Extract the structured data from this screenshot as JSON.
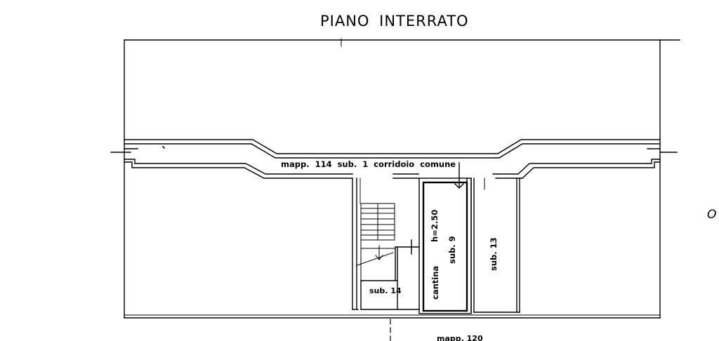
{
  "plan": {
    "title": "PIANO INTERRATO",
    "corridor_label": "mapp. 114  sub. 1  corridoio  comune",
    "orientation_mark": "O",
    "rooms": {
      "cantina": "cantina",
      "cantina_height": "h=2.50",
      "cantina_sub": "sub. 9",
      "sub13": "sub. 13",
      "sub14": "sub. 14"
    },
    "adjacent_parcel": "mapp. 120"
  },
  "colors": {
    "ink": "#000000",
    "paper": "#ffffff"
  }
}
